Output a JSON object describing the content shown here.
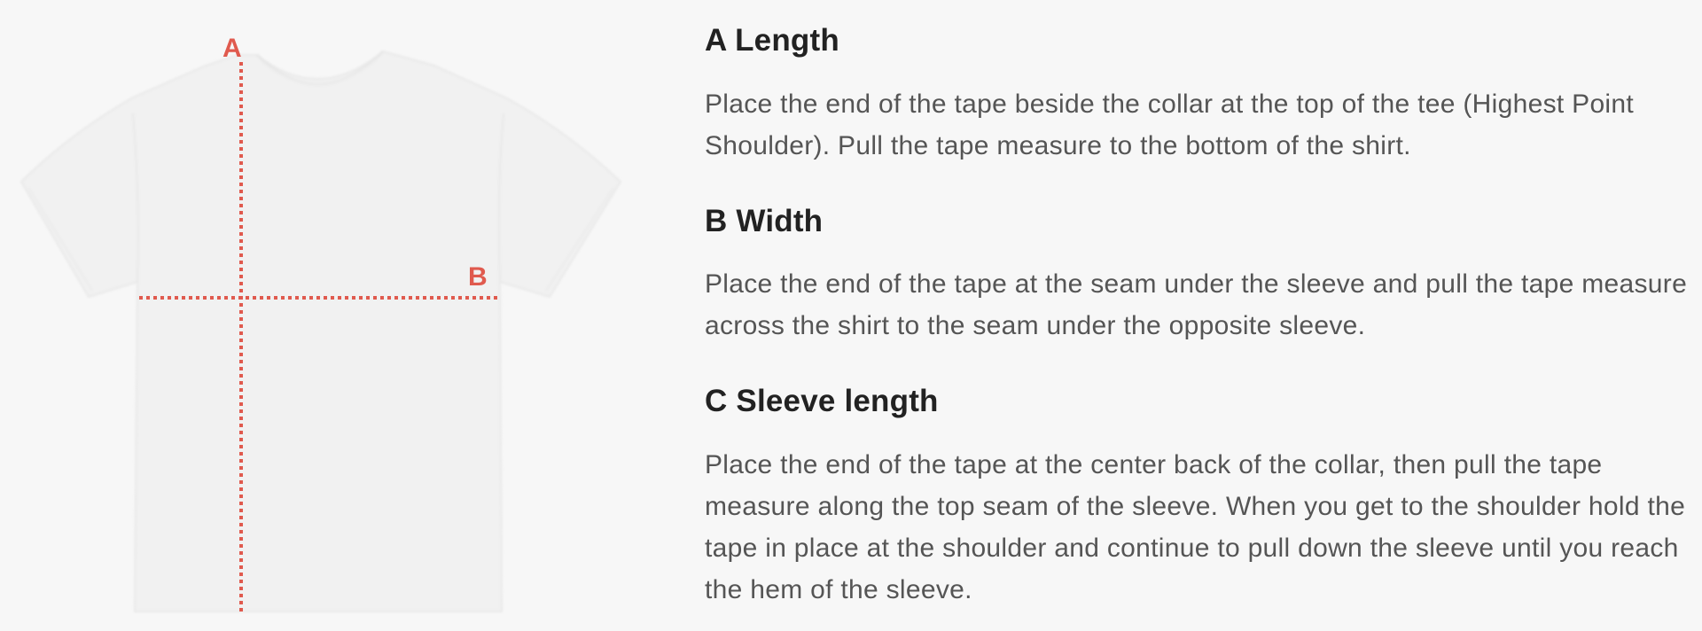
{
  "colors": {
    "background": "#f7f7f7",
    "marker": "#e05a4e",
    "heading": "#222222",
    "body_text": "#555555",
    "shirt": "#f1f1f1"
  },
  "diagram": {
    "label_a": "A",
    "label_b": "B",
    "icon": "tshirt-icon"
  },
  "sections": [
    {
      "title": "A Length",
      "text": "Place the end of the tape beside the collar at the top of the tee (Highest Point Shoulder). Pull the tape measure to the bottom of the shirt."
    },
    {
      "title": "B Width",
      "text": "Place the end of the tape at the seam under the sleeve and pull the tape measure across the shirt to the seam under the opposite sleeve."
    },
    {
      "title": "C Sleeve length",
      "text": "Place the end of the tape at the center back of the collar, then pull the tape measure along the top seam of the sleeve. When you get to the shoulder hold the tape in place at the shoulder and continue to pull down the sleeve until you reach the hem of the sleeve."
    }
  ]
}
